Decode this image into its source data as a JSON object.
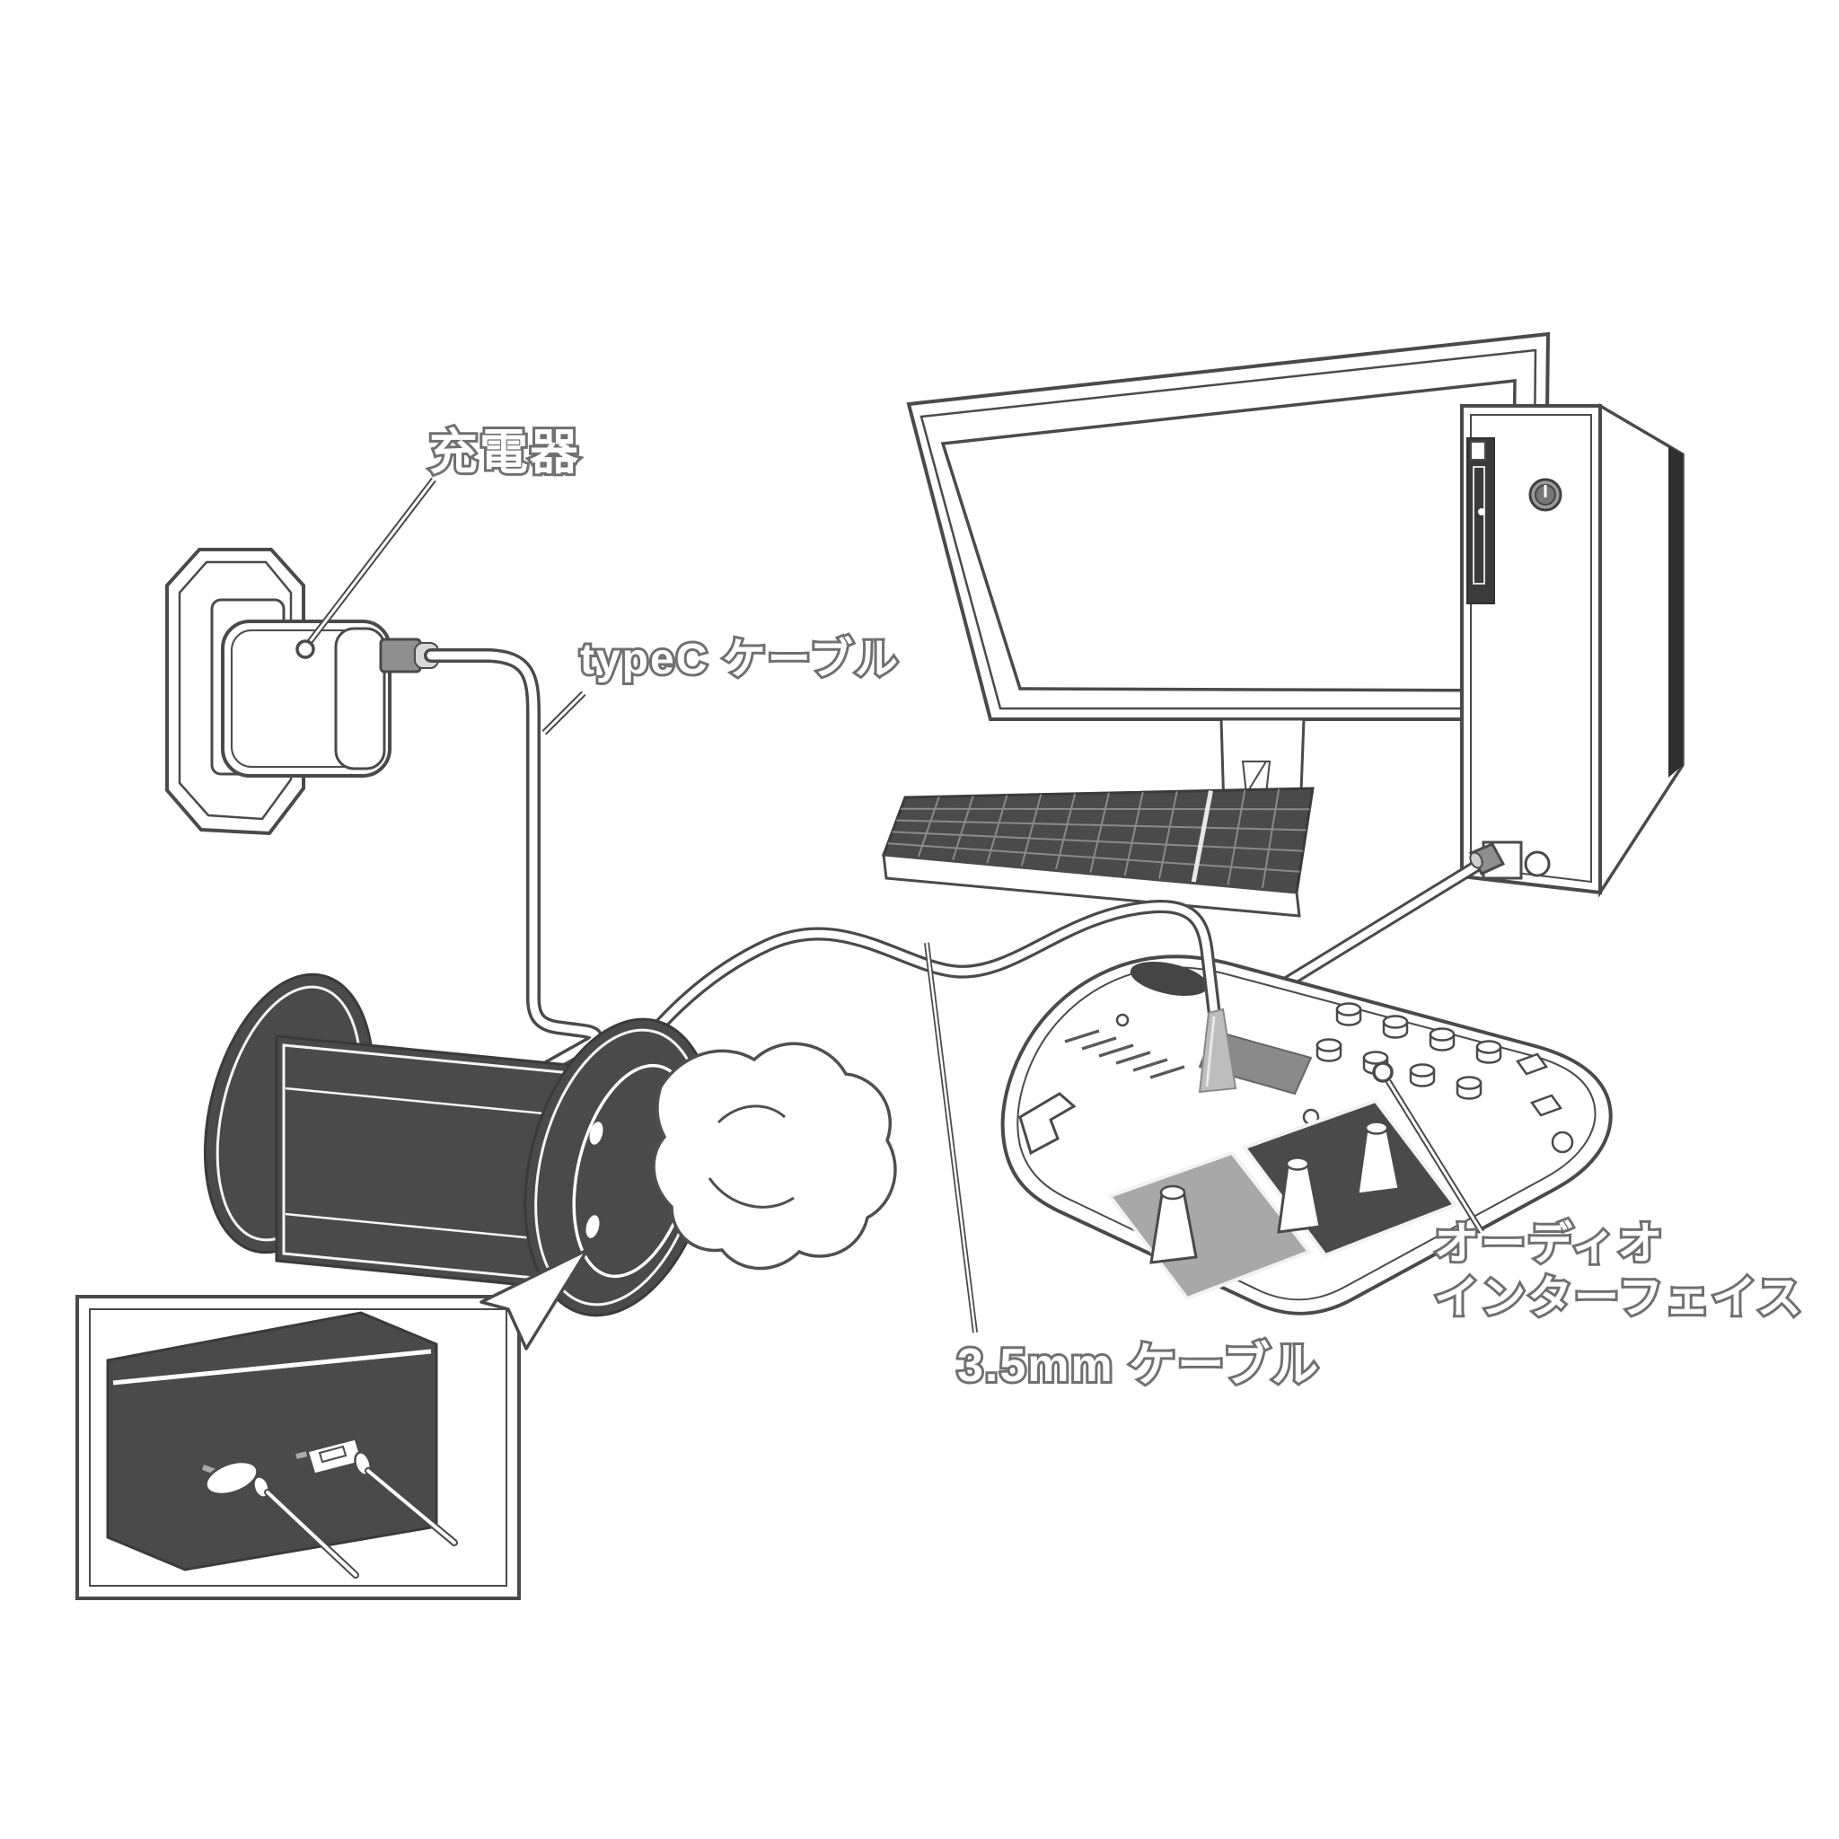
{
  "labels": {
    "charger": "充電器",
    "typec_cable": "typeC ケーブル",
    "audio_cable_35mm": "3.5mm ケーブル",
    "audio_interface_line1": "オーディオ",
    "audio_interface_line2": "インターフェイス"
  },
  "objects": [
    "wall-outlet-with-charger",
    "type-c-cable",
    "desktop-monitor",
    "keyboard",
    "pc-tower",
    "usb-cable",
    "audio-interface",
    "3.5mm-cable",
    "roll-speaker-device",
    "callout-inset-rear-ports"
  ],
  "colors": {
    "background": "#ffffff",
    "line": "#4a4a4a",
    "dark_fill": "#4a4a4a",
    "mid_gray": "#8f8f8f",
    "light_gray": "#bdbdbd",
    "label_text": "#ffffff",
    "label_outline": "#707070"
  }
}
